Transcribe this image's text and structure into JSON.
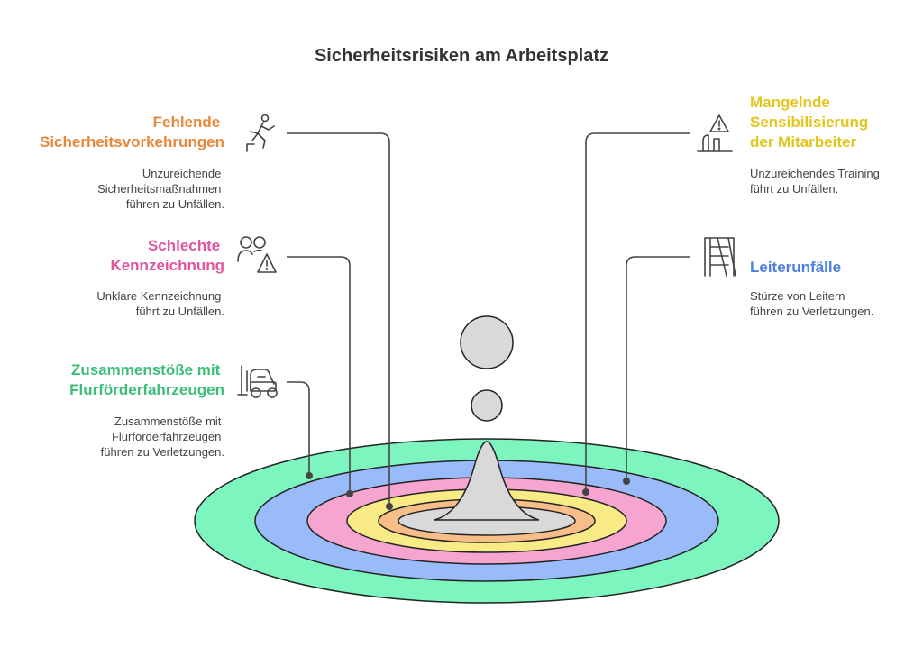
{
  "title": "Sicherheitsrisiken am Arbeitsplatz",
  "items": [
    {
      "key": "fehlende",
      "heading": [
        "Fehlende",
        "Sicherheitsvorkehrungen"
      ],
      "description": [
        "Unzureichende",
        "Sicherheitsmaßnahmen",
        "führen zu Unfällen."
      ],
      "color": "#E8873A",
      "icon": "falling-person-icon"
    },
    {
      "key": "schlechte",
      "heading": [
        "Schlechte",
        "Kennzeichnung"
      ],
      "description": [
        "Unklare Kennzeichnung",
        "führt zu Unfällen."
      ],
      "color": "#E0559F",
      "icon": "people-warning-icon"
    },
    {
      "key": "zusammenstoesse",
      "heading": [
        "Zusammenstöße mit",
        "Flurförderfahrzeugen"
      ],
      "description": [
        "Zusammenstöße mit",
        "Flurförderfahrzeugen",
        "führen zu Verletzungen."
      ],
      "color": "#3DBE78",
      "icon": "forklift-icon"
    },
    {
      "key": "mangelnde",
      "heading": [
        "Mangelnde",
        "Sensibilisierung",
        "der Mitarbeiter"
      ],
      "description": [
        "Unzureichendes Training",
        "führt zu Unfällen."
      ],
      "color": "#E3C51E",
      "icon": "hazard-warning-icon"
    },
    {
      "key": "leiter",
      "heading": [
        "Leiterunfälle"
      ],
      "description": [
        "Stürze von Leitern",
        "führen zu Verletzungen."
      ],
      "color": "#4F7FE0",
      "icon": "ladder-icon"
    }
  ],
  "rings": [
    {
      "name": "green",
      "color": "#7DF5BF"
    },
    {
      "name": "blue",
      "color": "#99BBF9"
    },
    {
      "name": "pink",
      "color": "#F5A5CF"
    },
    {
      "name": "yellow",
      "color": "#F8EB86"
    },
    {
      "name": "orange",
      "color": "#F8BE89"
    },
    {
      "name": "center",
      "color": "#D9D9D9"
    }
  ]
}
